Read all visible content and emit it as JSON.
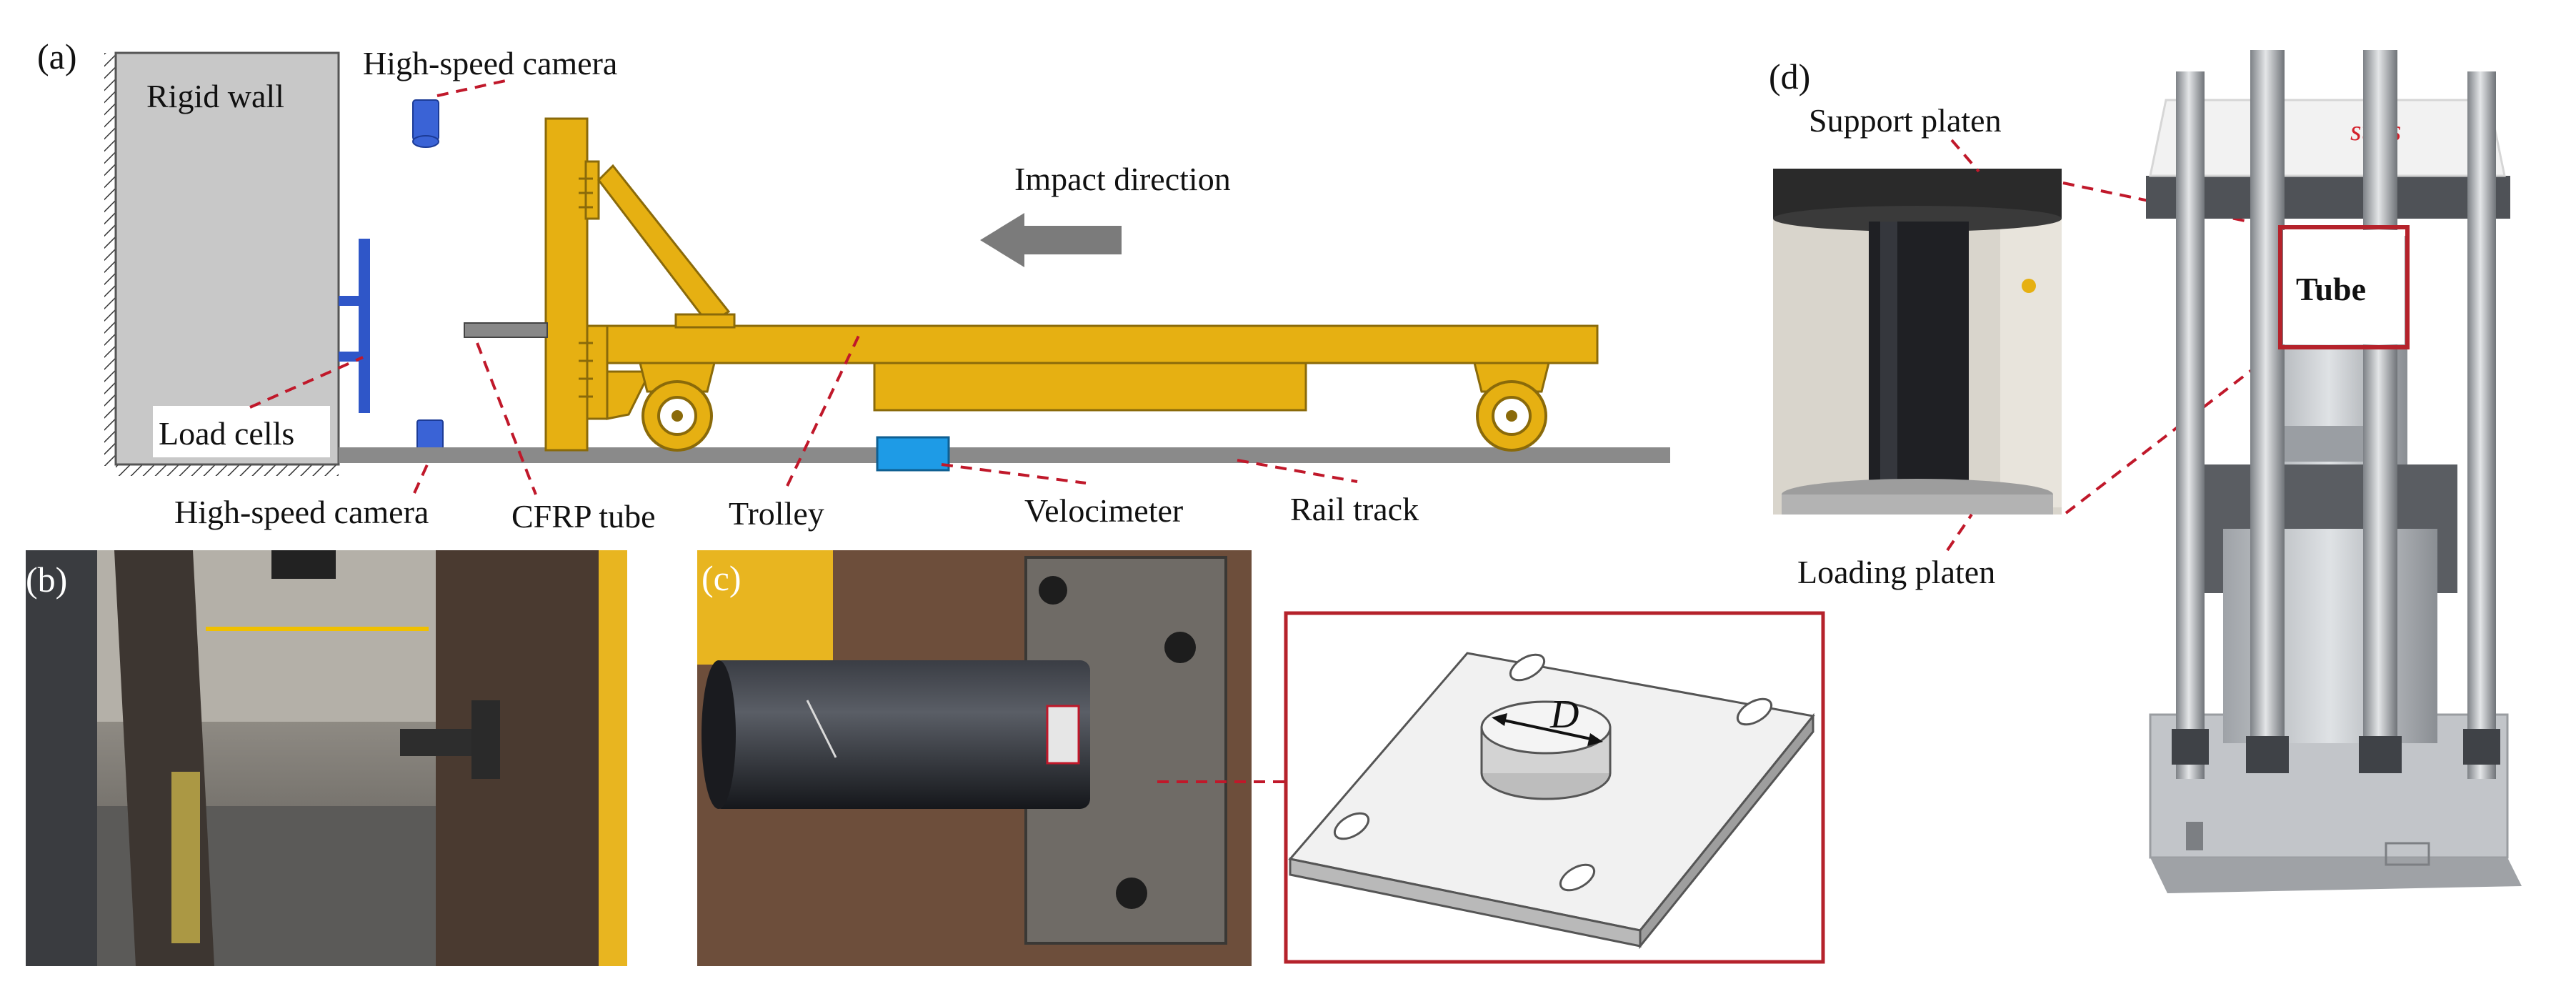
{
  "panels": {
    "a": "(a)",
    "b": "(b)",
    "c": "(c)",
    "d": "(d)"
  },
  "labels": {
    "rigid_wall": "Rigid wall",
    "camera_top": "High-speed camera",
    "camera_bottom": "High-speed camera",
    "impact_direction": "Impact direction",
    "load_cells": "Load cells",
    "cfrp_tube": "CFRP tube",
    "trolley": "Trolley",
    "velocimeter": "Velocimeter",
    "rail_track": "Rail track",
    "support_platen": "Support platen",
    "loading_platen": "Loading platen",
    "tube": "Tube",
    "dimension_d": "D",
    "brand": "suns"
  },
  "colors": {
    "trolley": "#e6b012",
    "trolley_edge": "#8a6a0a",
    "wall": "#c8c8c8",
    "rail": "#8a8a8a",
    "load_cell": "#2f56c8",
    "camera": "#3a63d6",
    "velocimeter": "#1e9be6",
    "arrow": "#7b7b7b",
    "leader": "#c0182a",
    "frame_red": "#b5222b",
    "photo_dark": "#2b2b2b",
    "machine_body": "#c7c9cc",
    "machine_top": "#f3f3f3",
    "column": "#a9adb2"
  }
}
